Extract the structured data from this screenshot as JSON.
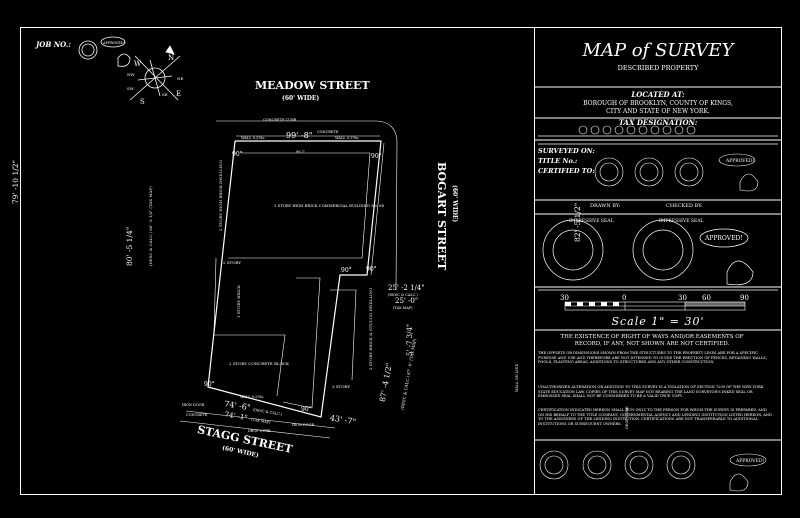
{
  "job_label": "JOB NO.:",
  "streets": {
    "meadow": {
      "name": "MEADOW STREET",
      "width": "(60' WIDE)"
    },
    "stagg": {
      "name": "STAGG STREET",
      "width": "(60' WIDE)"
    },
    "bogart": {
      "name": "BOGART STREET",
      "width": "(60' WIDE)"
    }
  },
  "dimensions": {
    "top": "99' -8\"",
    "top_sub": "99.7'",
    "left_upper": "80' -5 1/4\"",
    "left_upper_sub": "(DESC & CALC.) 80' -3 1/2\" (TAX MAP)",
    "left_lower": "79' -10 1/2\"",
    "right_upper": "82' -5 1/2\"",
    "right_mid": "5' -7 3/4\"",
    "right_step": "25' -2 1/4\"",
    "right_step_desc": "(DESC & CALC.)",
    "right_step_tax": "25' -0\"",
    "right_step_tax_label": "(TAX MAP)",
    "right_lower": "87' -4 1/2\"",
    "right_lower_sub": "(DESC & CALC.) 87' -0\" (TAX MAP)",
    "bottom_left": "74' -6\"",
    "bottom_left_desc": "(DESC & CALC.)",
    "bottom_left_tax": "74' -1\"",
    "bottom_left_tax_label": "(TAX MAP)",
    "bottom_right": "43' -7\""
  },
  "angles": [
    "90°",
    "90°",
    "90°",
    "90°",
    "90°",
    "90°"
  ],
  "map_labels": {
    "concrete_curb": "CONCRETE CURB",
    "concrete": "CONCRETE",
    "wall_top_left": "WALL 0.3'No.",
    "wall_top_right": "WALL 0.1'No.",
    "wall_on_line": "WALL ON LINE",
    "drop_curb": "DROP CURB",
    "building_main": "1 STORY HIGH BRICK COMMERCIAL BUILDING No. 88",
    "building_left": "2 STORY HIGH BRICK DWELLING",
    "story_small": "2 STORY",
    "building_lower": "2 STORY CONCRETE BLOCK",
    "building_brick": "1 STORY BRICK",
    "building_stucco": "2 STORY BRICK & STUCCO DWELLING",
    "story_right": "3 STORY",
    "iron_door": "IRON DOOR",
    "wall_bottom": "WALL 0.2'No."
  },
  "compass": {
    "n": "N",
    "s": "S",
    "e": "E",
    "w": "W",
    "ne": "NE",
    "nw": "NW",
    "se": "SE",
    "sw": "SW"
  },
  "side_panel": {
    "title": "MAP of SURVEY",
    "subtitle": "DESCRIBED PROPERTY",
    "located_heading": "LOCATED AT:",
    "located_line1": "BOROUGH OF BROOKLYN, COUNTY OF KINGS,",
    "located_line2": "CITY AND STATE OF NEW YORK.",
    "tax_heading": "TAX DESIGNATION:",
    "surveyed_on": "SURVEYED ON:",
    "title_no": "TITLE No.:",
    "certified_to": "CERTIFIED TO:",
    "drawn_by": "DRAWN BY:",
    "checked_by": "CHECKED BY:",
    "approved": "APPROVED!",
    "seal_text": "IMPRESSIVE SEAL",
    "scale_ticks": [
      "30",
      "0",
      "30",
      "60",
      "90"
    ],
    "scale_text": "Scale  1\"  =  30'",
    "notes_1": "THE EXISTENCE OF RIGHT OF WAYS AND/OR EASEMENTS OF RECORD, IF ANY, NOT SHOWN ARE NOT CERTIFIED.",
    "notes_2": "THE OFFSETS OR DIMENSIONS SHOWN FROM THE STRUCTURES TO THE PROPERTY LINES ARE FOR A SPECIFIC PURPOSE AND USE AND THEREFORE ARE NOT INTENDED TO GUIDE THE ERECTION OF FENCES, RETAINING WALLS, POOLS, PLANTING AREAS, ADDITIONS TO STRUCTURES AND ANY OTHER CONSTRUCTION.",
    "notes_3": "UNAUTHORIZED ALTERATION OR ADDITION TO THIS SURVEY IS A VIOLATION OF SECTION 7209 OF THE NEW YORK STATE EDUCATION LAW. COPIES OF THIS SURVEY MAP NOT BEARING THE LAND SURVEYOR'S INKED SEAL OR EMBOSSED SEAL SHALL NOT BE CONSIDERED TO BE A VALID TRUE COPY.",
    "notes_4": "CERTIFICATION INDICATED HEREON SHALL RUN ONLY TO THE PERSON FOR WHOM THE SURVEY IS PREPARED, AND ON HIS BEHALF TO THE TITLE COMPANY, GOVERNMENTAL AGENCY AND LENDING INSTITUTION LISTED HEREON, AND TO THE ASSIGNEES OF THE LENDING INSTITUTION. CERTIFICATIONS ARE NOT TRANSFERABLE TO ADDITIONAL INSTITUTIONS OR SUBSEQUENT OWNERS."
  },
  "colors": {
    "background": "#000000",
    "ink": "#ffffff"
  }
}
